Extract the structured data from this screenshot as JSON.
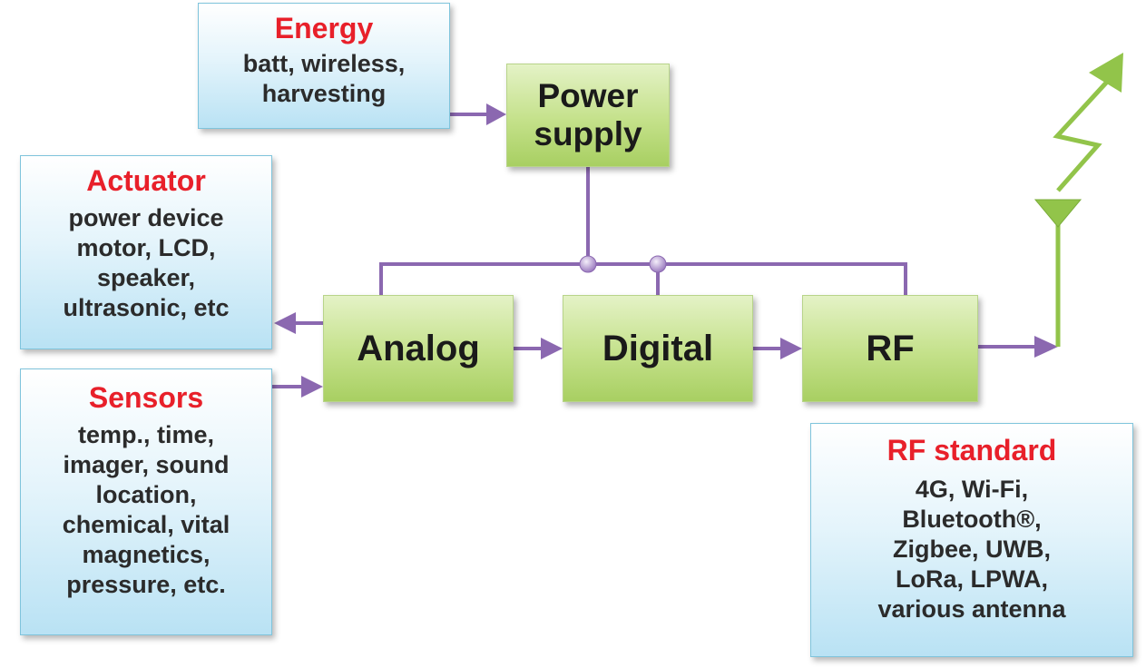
{
  "energy": {
    "title": "Energy",
    "body": "batt, wireless,\nharvesting"
  },
  "actuator": {
    "title": "Actuator",
    "body": "power device\nmotor, LCD,\nspeaker,\nultrasonic, etc"
  },
  "sensors": {
    "title": "Sensors",
    "body": "temp., time,\nimager, sound\nlocation,\nchemical, vital\nmagnetics,\npressure, etc."
  },
  "rf_standard": {
    "title": "RF standard",
    "body": "4G, Wi-Fi,\nBluetooth®,\nZigbee, UWB,\nLoRa, LPWA,\nvarious antenna"
  },
  "blocks": {
    "power_supply": "Power\nsupply",
    "analog": "Analog",
    "digital": "Digital",
    "rf": "RF"
  },
  "colors": {
    "wire": "#8b68b0",
    "title_red": "#e8202a",
    "block_green": "#b5d86f",
    "info_blue": "#c9e9f7",
    "antenna_green": "#92c44a"
  }
}
